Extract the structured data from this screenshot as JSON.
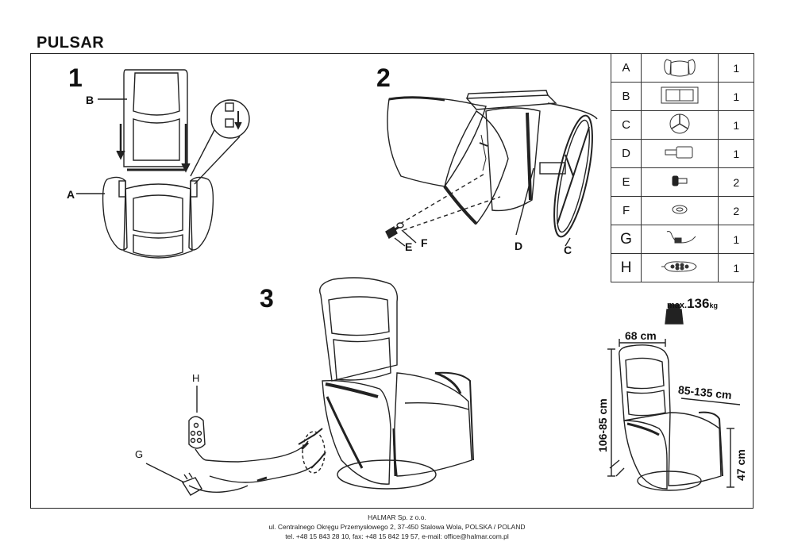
{
  "document": {
    "title": "PULSAR",
    "steps": [
      "1",
      "2",
      "3"
    ]
  },
  "labels": {
    "step1": {
      "a": "A",
      "b": "B"
    },
    "step2": {
      "c": "C",
      "d": "D",
      "e": "E",
      "f": "F"
    },
    "step3": {
      "g": "G",
      "h": "H"
    }
  },
  "parts": [
    {
      "letter": "A",
      "icon": "armrest-frame-icon",
      "qty": "1"
    },
    {
      "letter": "B",
      "icon": "backrest-icon",
      "qty": "1"
    },
    {
      "letter": "C",
      "icon": "swivel-base-icon",
      "qty": "1"
    },
    {
      "letter": "D",
      "icon": "connector-tube-icon",
      "qty": "1"
    },
    {
      "letter": "E",
      "icon": "bolt-icon",
      "qty": "2"
    },
    {
      "letter": "F",
      "icon": "washer-icon",
      "qty": "2"
    },
    {
      "letter": "G",
      "icon": "power-adapter-icon",
      "qty": "1"
    },
    {
      "letter": "H",
      "icon": "remote-control-icon",
      "qty": "1"
    }
  ],
  "specs": {
    "max_prefix": "max.",
    "max_value": "136",
    "max_unit": "kg",
    "width": "68 cm",
    "depth": "85-135 cm",
    "height": "106-85 cm",
    "seat_height": "47 cm"
  },
  "footer": {
    "company": "HALMAR Sp. z o.o.",
    "address": "ul. Centralnego Okręgu Przemysłowego 2, 37-450 Stalowa Wola, POLSKA / POLAND",
    "contact": "tel. +48 15 843 28 10, fax: +48 15 842 19 57, e-mail: office@halmar.com.pl"
  }
}
